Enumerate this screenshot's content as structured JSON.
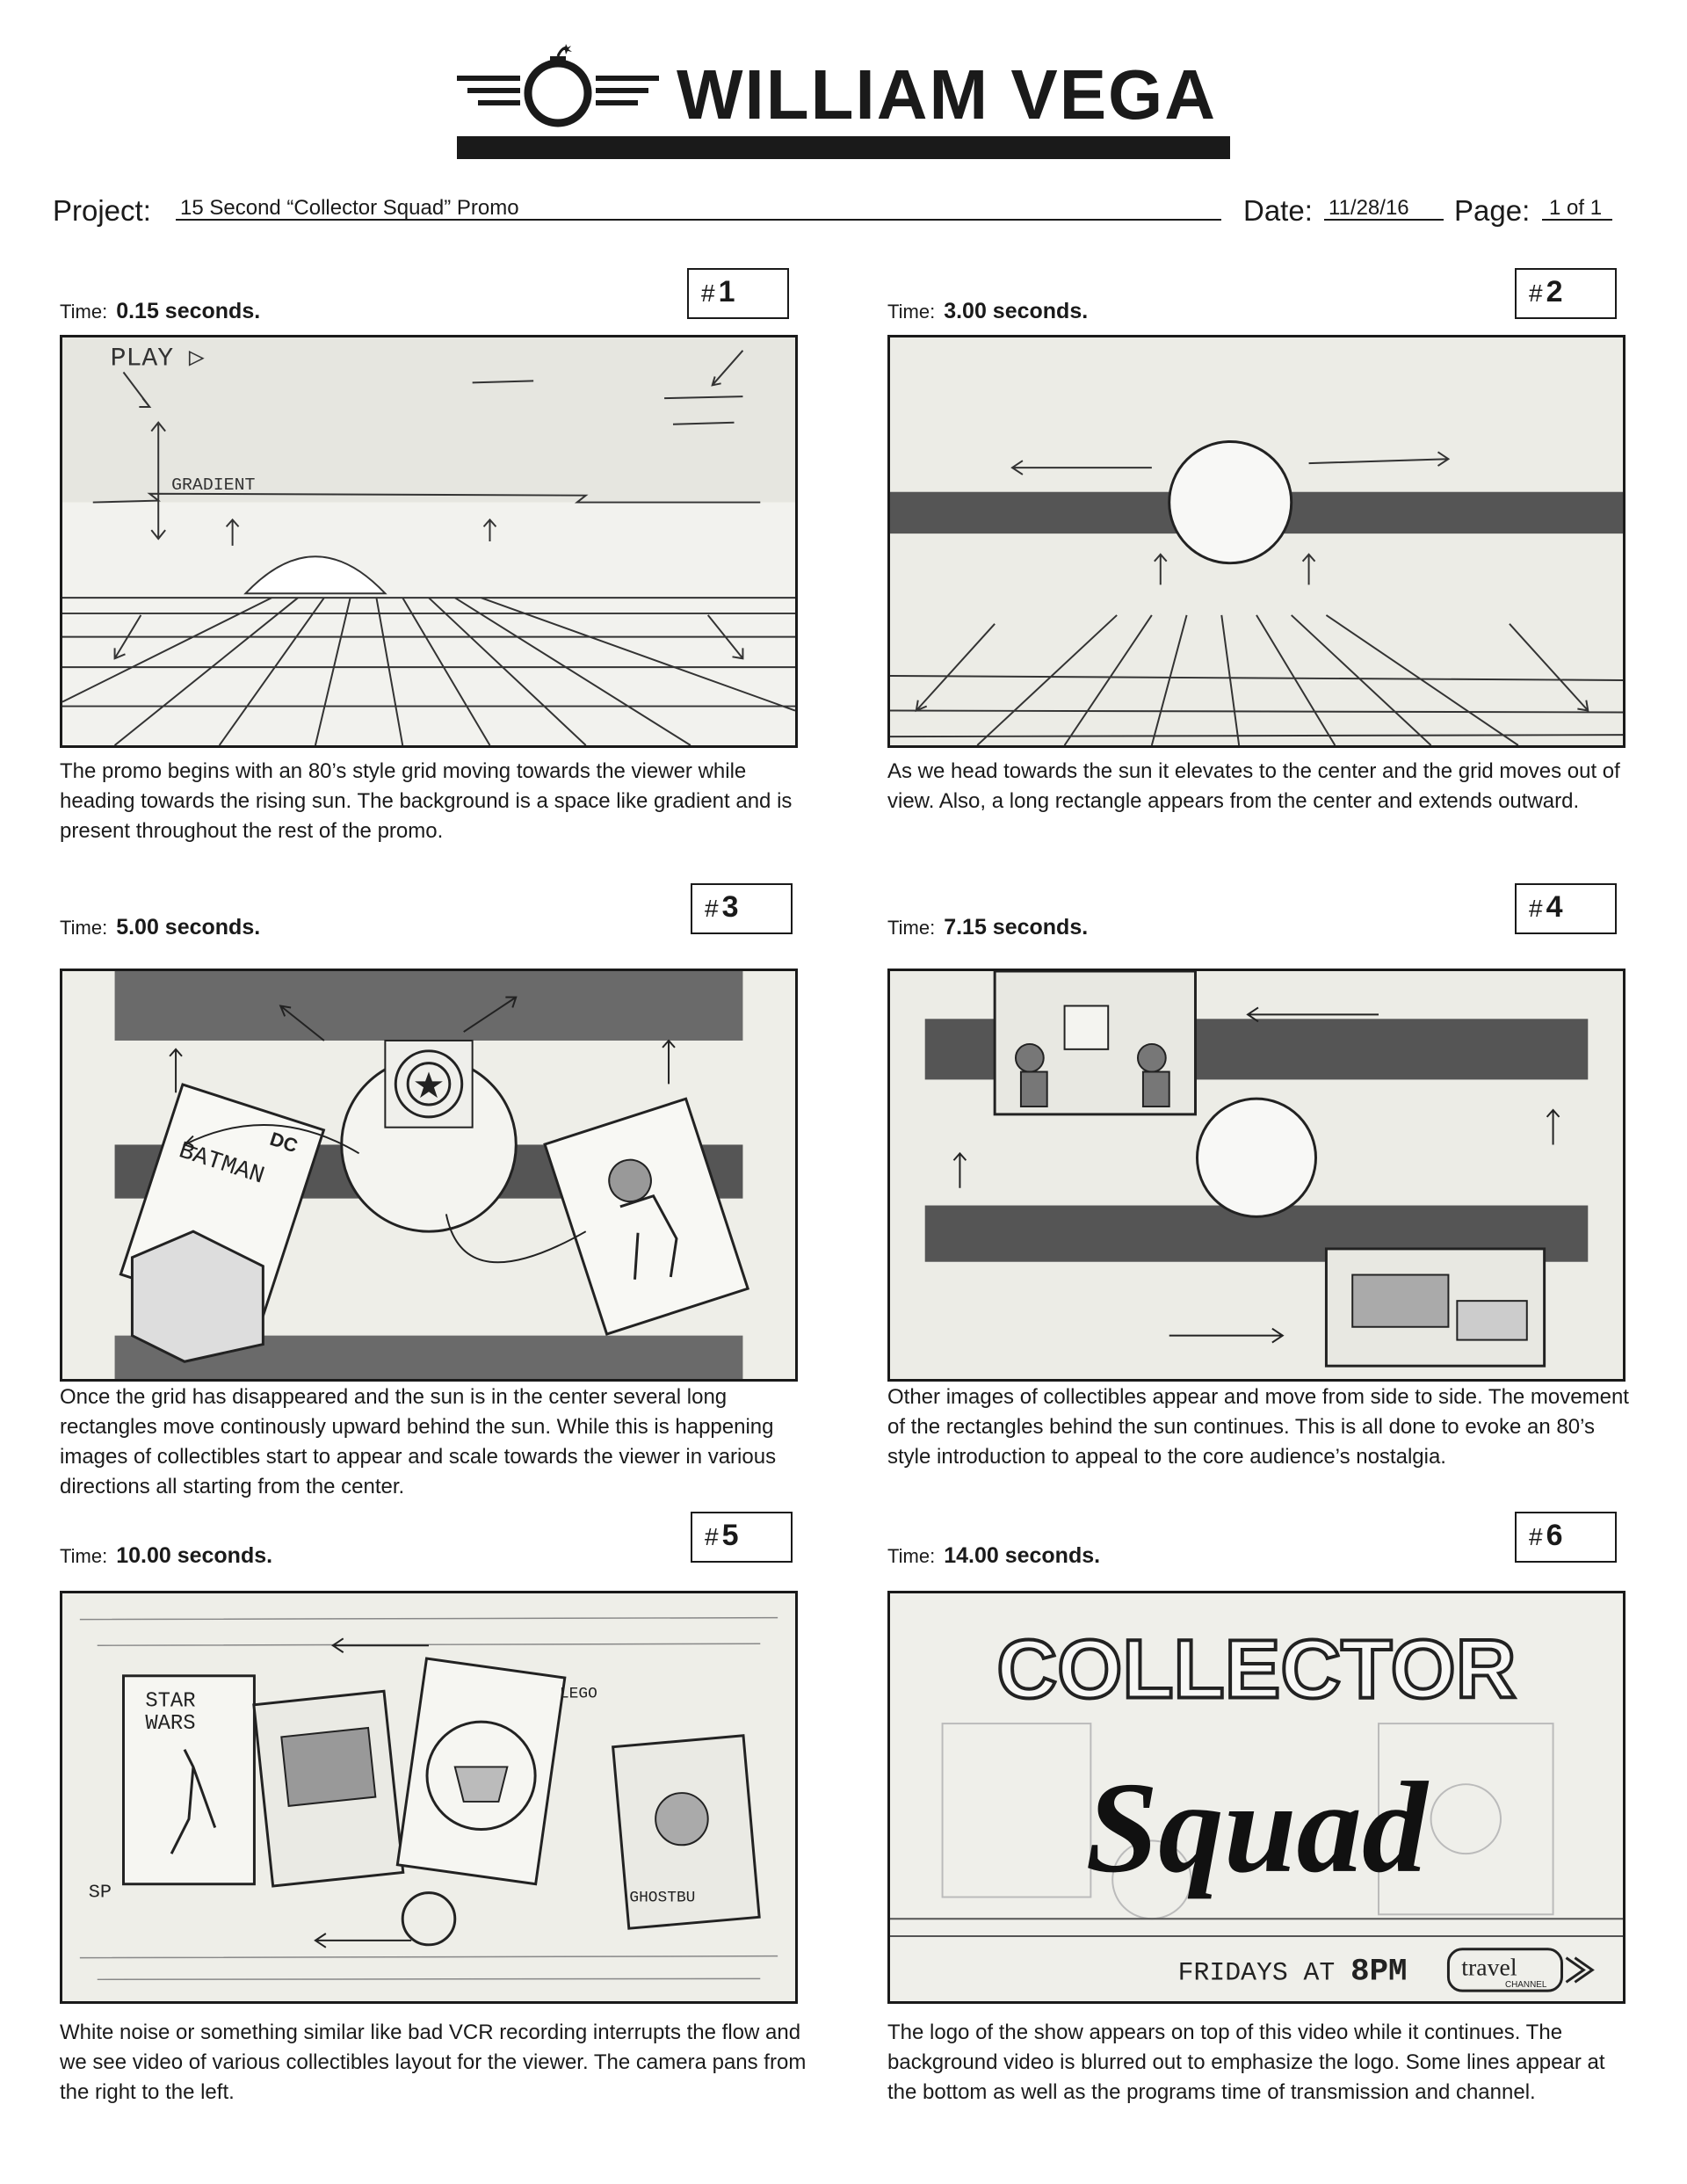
{
  "header": {
    "brand_name": "WILLIAM VEGA",
    "project_label": "Project:",
    "project_value": "15 Second “Collector Squad” Promo",
    "date_label": "Date:",
    "date_value": "11/28/16",
    "page_label": "Page:",
    "page_value": "1 of 1"
  },
  "time_label": "Time:",
  "hash": "#",
  "panels": [
    {
      "number": "1",
      "time": "0.15 seconds.",
      "sketch_text": [
        "PLAY ▷",
        "GRADIENT"
      ],
      "description": "The promo begins with an 80’s style grid moving towards the viewer while heading towards the rising sun. The background is a space like gradient and is present throughout the rest of the promo."
    },
    {
      "number": "2",
      "time": "3.00 seconds.",
      "description": "As we head towards the sun it elevates to the center and the grid moves out of view. Also, a long rectangle appears from the center and extends outward."
    },
    {
      "number": "3",
      "time": "5.00 seconds.",
      "sketch_text": [
        "BATMAN",
        "DC"
      ],
      "description": "Once the grid has disappeared and the sun is in the center several long rectangles move continously upward behind the sun. While this is happening images of collectibles start to appear and scale towards the viewer in various directions all starting from the center."
    },
    {
      "number": "4",
      "time": "7.15 seconds.",
      "description": "Other images of collectibles appear and move from side to side. The movement of the rectangles behind the sun continues. This is all done to evoke an 80’s style introduction to appeal to the core audience’s nostalgia."
    },
    {
      "number": "5",
      "time": "10.00 seconds.",
      "sketch_text": [
        "STAR",
        "WARS",
        "LEGO",
        "GHOSTBU",
        "SP"
      ],
      "description": "White noise or something similar like bad VCR recording interrupts the flow and we see video of various collectibles layout for the viewer. The camera pans from the right to the left."
    },
    {
      "number": "6",
      "time": "14.00 seconds.",
      "sketch_text": [
        "COLLECTOR",
        "Squad",
        "FRIDAYS AT ",
        "8PM",
        "travel",
        "CHANNEL"
      ],
      "description": "The logo of the show appears on top of this video while it continues. The background video is blurred out to emphasize the logo. Some lines appear at the bottom as well as the programs time of transmission and channel."
    }
  ]
}
